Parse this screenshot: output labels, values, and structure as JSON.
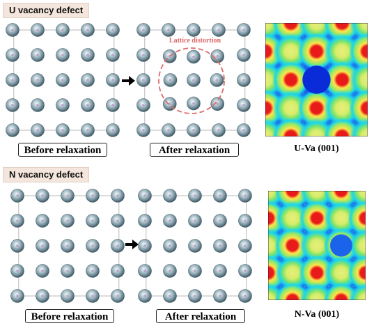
{
  "panels": [
    {
      "title": "U vacancy defect",
      "before_label": "Before relaxation",
      "after_label": "After relaxation",
      "annotation": "Lattice distortion",
      "map_caption": "U-Va (001)",
      "arrow_icon": "right-arrow-icon",
      "lattice": {
        "rows": 5,
        "cols": 5
      },
      "colors": {
        "atom": "#6e8a96",
        "cell_line": "#b9b9b9",
        "annotation": "#e06868",
        "arrow": "#000000"
      }
    },
    {
      "title": "N vacancy defect",
      "before_label": "Before relaxation",
      "after_label": "After relaxation",
      "map_caption": "N-Va (001)",
      "arrow_icon": "right-arrow-icon",
      "lattice": {
        "rows": 5,
        "cols": 5
      },
      "colors": {
        "atom": "#6e8a96",
        "cell_line": "#b9b9b9",
        "arrow": "#000000"
      }
    }
  ],
  "colormap": {
    "low": "#0a2cd8",
    "mid": "#1fd6e6",
    "high": "#ffe34a",
    "peak": "#e81a1a"
  }
}
